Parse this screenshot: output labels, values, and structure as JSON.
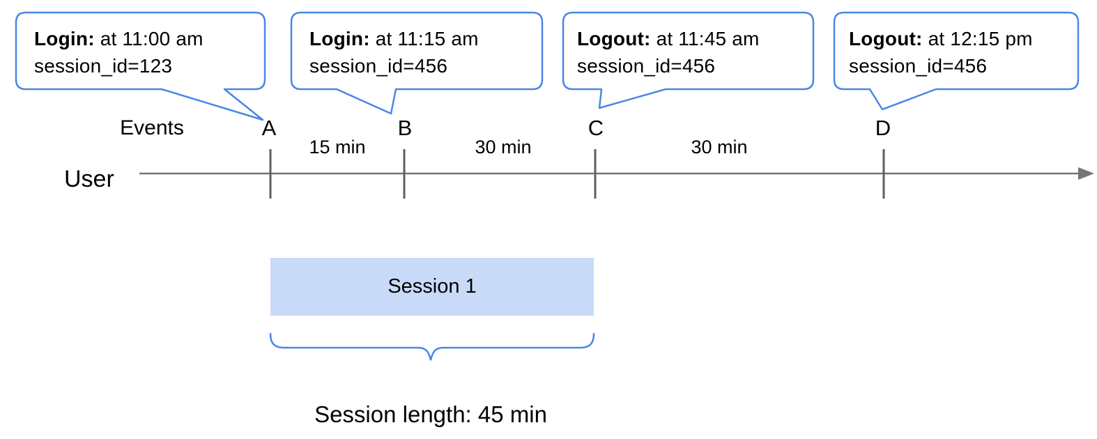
{
  "bubbles": [
    {
      "event_type": "Login:",
      "time": "at 11:00 am",
      "session": "session_id=123",
      "points_to": "A"
    },
    {
      "event_type": "Login:",
      "time": "at 11:15 am",
      "session": "session_id=456",
      "points_to": "B"
    },
    {
      "event_type": "Logout:",
      "time": "at 11:45 am",
      "session": "session_id=456",
      "points_to": "C"
    },
    {
      "event_type": "Logout:",
      "time": "at 12:15 pm",
      "session": "session_id=456",
      "points_to": "D"
    }
  ],
  "timeline": {
    "events_label": "Events",
    "user_label": "User",
    "event_markers": [
      "A",
      "B",
      "C",
      "D"
    ],
    "intervals": [
      "15 min",
      "30 min",
      "30 min"
    ]
  },
  "session": {
    "box_label": "Session 1",
    "length_label": "Session length: 45 min"
  },
  "colors": {
    "accent_blue": "#4a86e8",
    "session_fill": "#c9daf8",
    "timeline_gray": "#757575",
    "tick_gray": "#5f5f5f"
  }
}
